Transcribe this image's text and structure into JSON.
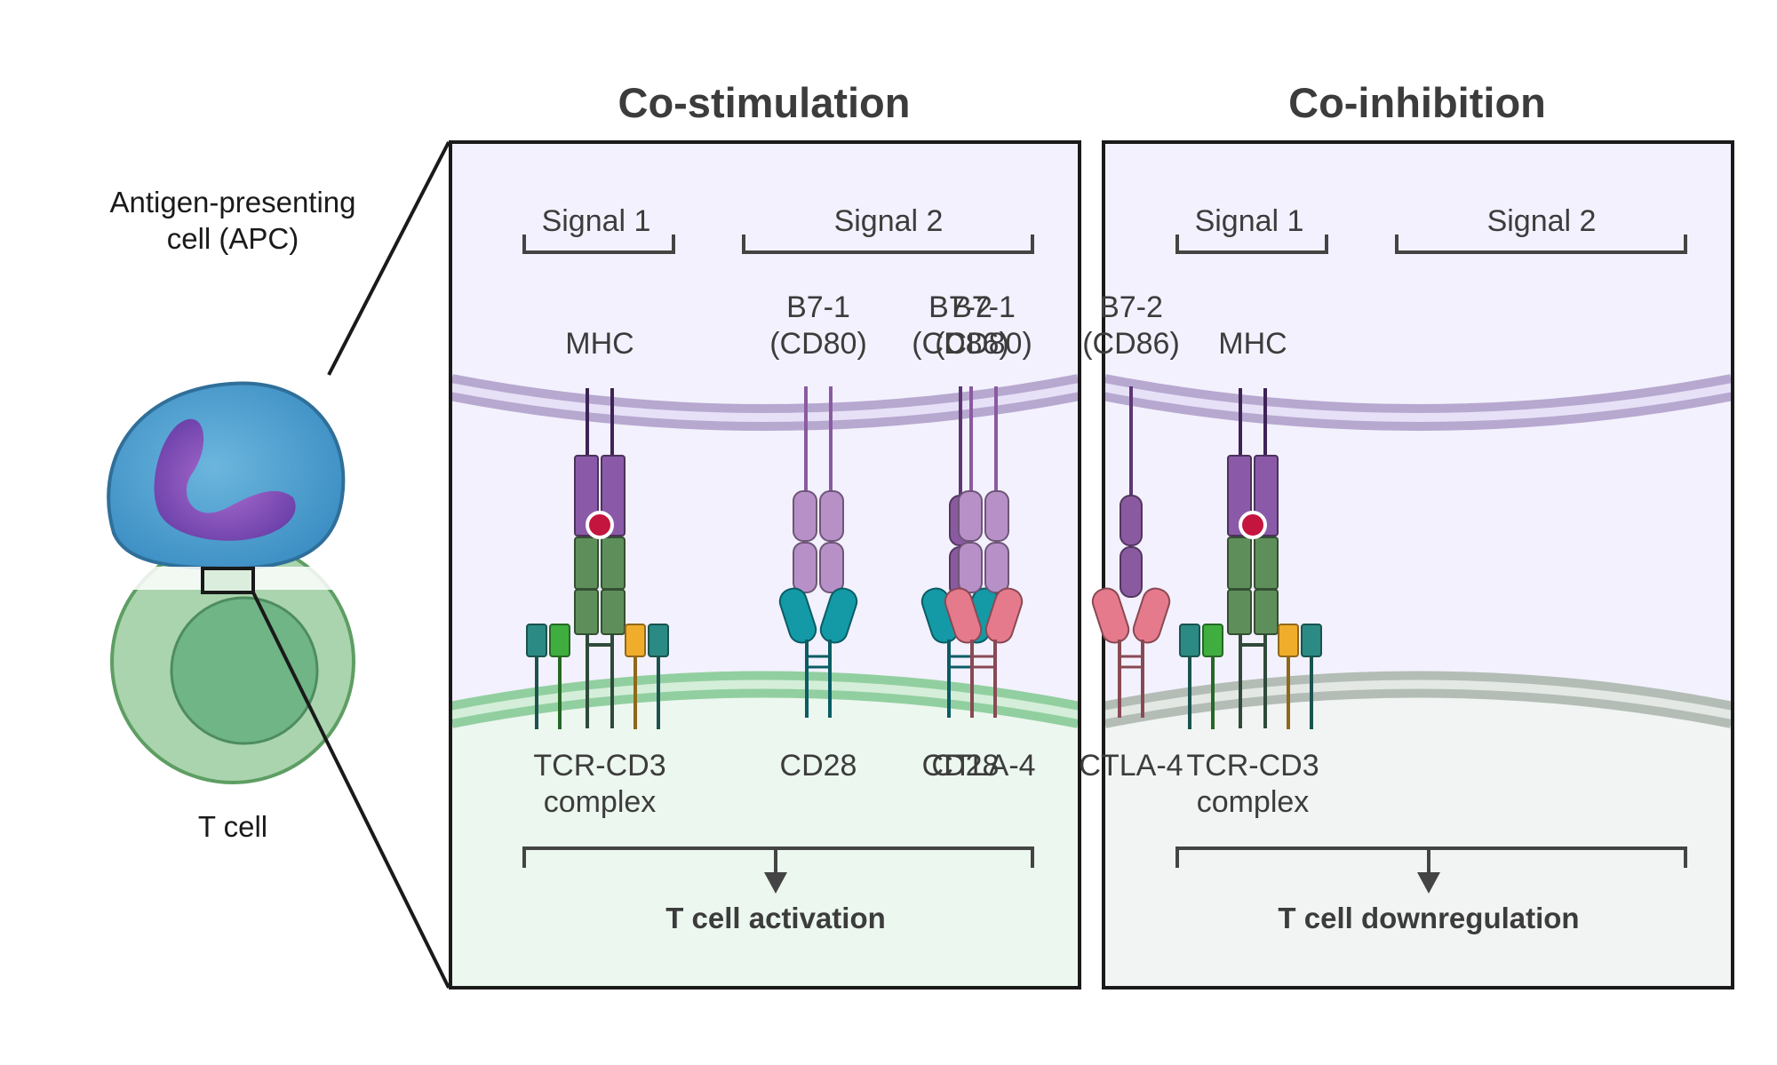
{
  "colors": {
    "stimulation": "#2e9a1f",
    "inhibition": "#c0352e",
    "apc_body": "#4a9fd0",
    "tcell_body": "#9fd0a4",
    "mhc": "#8a5aa8",
    "tcr": "#5e8f5a",
    "cd28": "#139aa6",
    "ctla4": "#e57a8c",
    "peptide": "#c4153f"
  },
  "left": {
    "apc_label": [
      "Antigen-presenting",
      "cell (APC)"
    ],
    "tcell_label": "T cell"
  },
  "panels": [
    {
      "id": "stimulation",
      "heading": "Co-stimulation",
      "signal1": "Signal 1",
      "signal2": "Signal 2",
      "mhc_label": "MHC",
      "ligands": [
        [
          "B7-1",
          "(CD80)"
        ],
        [
          "B7-2",
          "(CD86)"
        ]
      ],
      "tcr_label": [
        "TCR-CD3",
        "complex"
      ],
      "receptors": [
        "CD28",
        "CD28"
      ],
      "receptor_icon": "cd28-receptor-icon",
      "outcome": "T cell activation"
    },
    {
      "id": "inhibition",
      "heading": "Co-inhibition",
      "signal1": "Signal 1",
      "signal2": "Signal 2",
      "mhc_label": "MHC",
      "ligands": [
        [
          "B7-1",
          "(CD80)"
        ],
        [
          "B7-2",
          "(CD86)"
        ]
      ],
      "tcr_label": [
        "TCR-CD3",
        "complex"
      ],
      "receptors": [
        "CTLA-4",
        "CTLA-4"
      ],
      "receptor_icon": "ctla4-receptor-icon",
      "outcome": "T cell downregulation"
    }
  ]
}
